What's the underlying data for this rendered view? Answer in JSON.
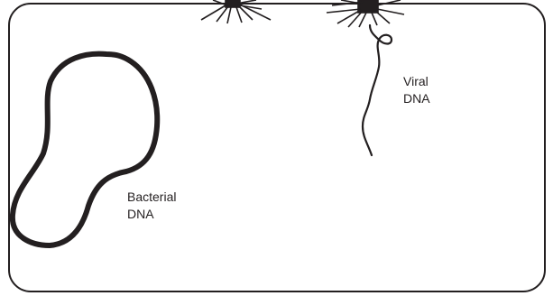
{
  "labels": {
    "bacterial_dna": [
      "Bacterial",
      "DNA"
    ],
    "viral_dna": [
      "Viral",
      "DNA"
    ]
  },
  "icons": {
    "phage_left": "bacteriophage-icon",
    "phage_right": "bacteriophage-icon"
  },
  "colors": {
    "ink": "#231f20",
    "background": "#ffffff"
  }
}
